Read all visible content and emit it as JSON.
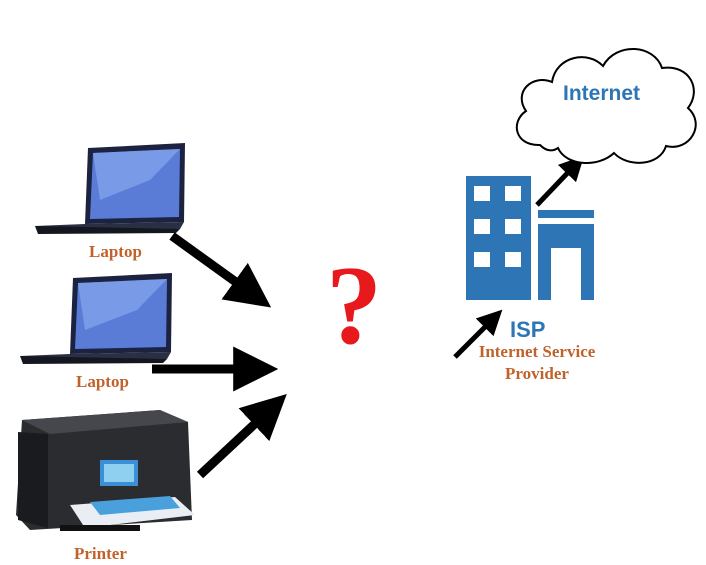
{
  "devices": [
    {
      "label": "Laptop",
      "icon": "laptop-icon"
    },
    {
      "label": "Laptop",
      "icon": "laptop-icon"
    },
    {
      "label": "Printer",
      "icon": "printer-icon"
    }
  ],
  "center": {
    "symbol": "?",
    "color": "#e8191c"
  },
  "isp": {
    "title": "ISP",
    "subtitle_line1": "Internet Service",
    "subtitle_line2": "Provider",
    "icon": "building-icon"
  },
  "cloud": {
    "label": "Internet",
    "icon": "cloud-icon"
  },
  "colors": {
    "label": "#c0622a",
    "isp": "#2e75b6",
    "building": "#2e75b6",
    "arrow": "#000000"
  }
}
